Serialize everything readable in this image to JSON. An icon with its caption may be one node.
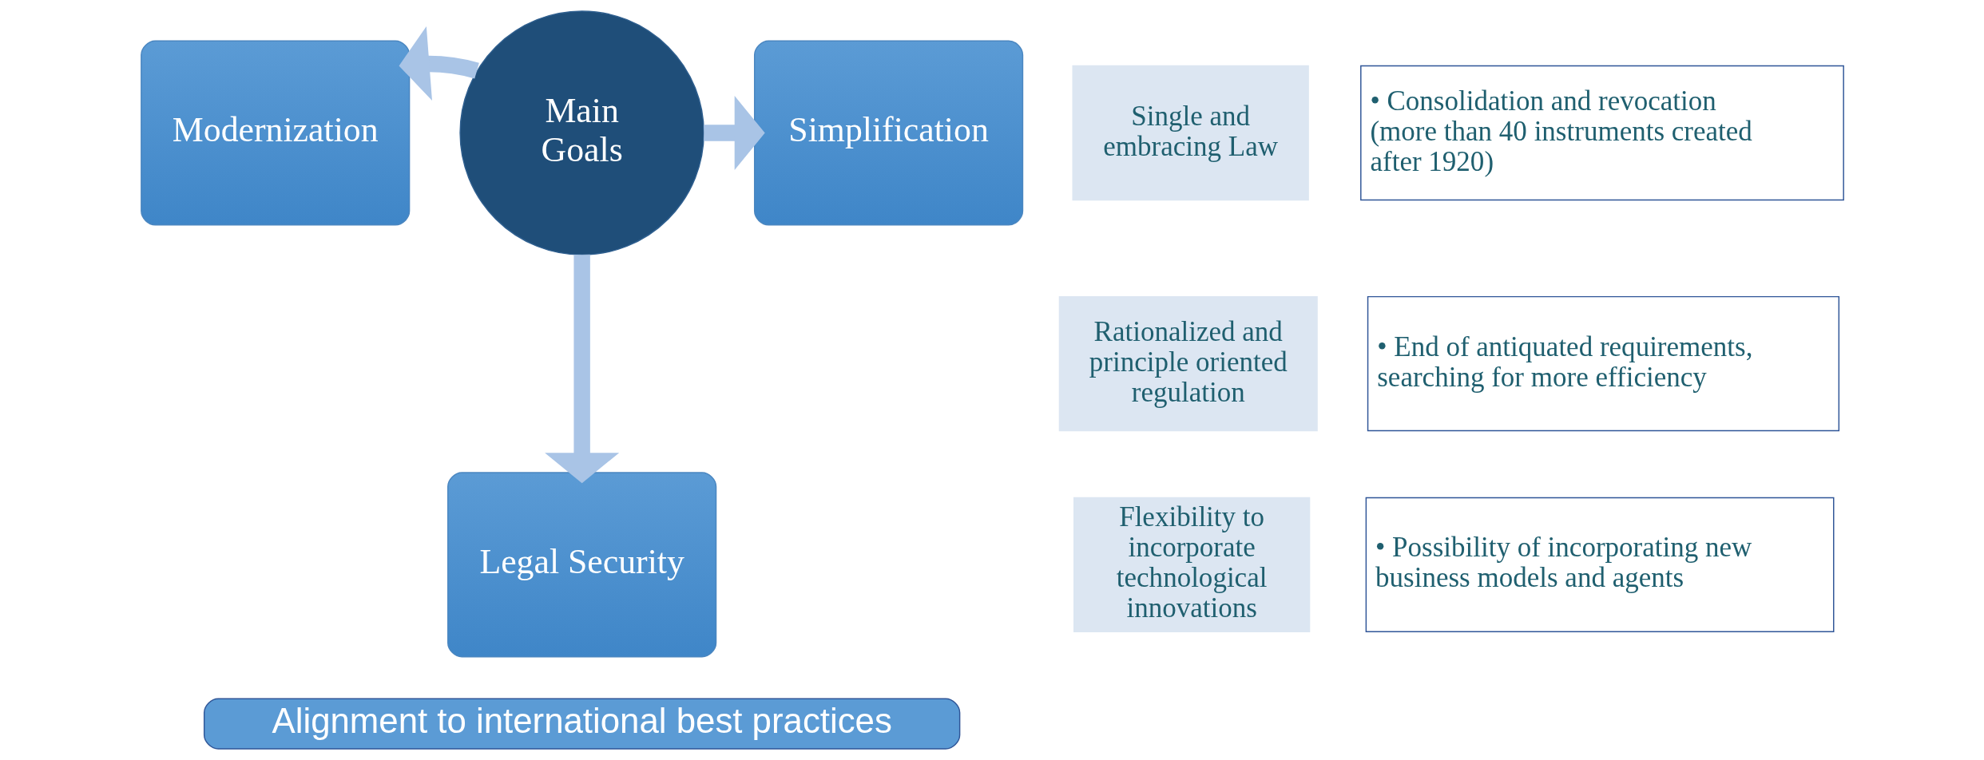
{
  "diagram": {
    "nodes": [
      {
        "text": [
          "Modernization"
        ]
      },
      {
        "text": [
          "Main Goals"
        ]
      },
      {
        "text": [
          "Simplification"
        ]
      },
      {
        "text": [
          "Legal Security"
        ]
      },
      {
        "text": [
          "Alignment to international best practices"
        ]
      },
      {
        "text": [
          "Single and embracing Law"
        ]
      },
      {
        "text": [
          "• Consolidation and revocation (more than 40 instruments created after 1920)"
        ]
      },
      {
        "text": [
          "Rationalized and principle oriented regulation"
        ]
      },
      {
        "text": [
          "• End of antiquated requirements, searching for more efficiency"
        ]
      },
      {
        "text": [
          "Flexibility to incorporate technological innovations"
        ]
      },
      {
        "text": [
          "• Possibility of incorporating new business models and agents"
        ]
      }
    ],
    "edges": [
      {
        "from": 1,
        "to": 0,
        "arrow": "to"
      },
      {
        "from": 1,
        "to": 2,
        "arrow": "to"
      },
      {
        "from": 1,
        "to": 3,
        "arrow": "to"
      }
    ]
  }
}
